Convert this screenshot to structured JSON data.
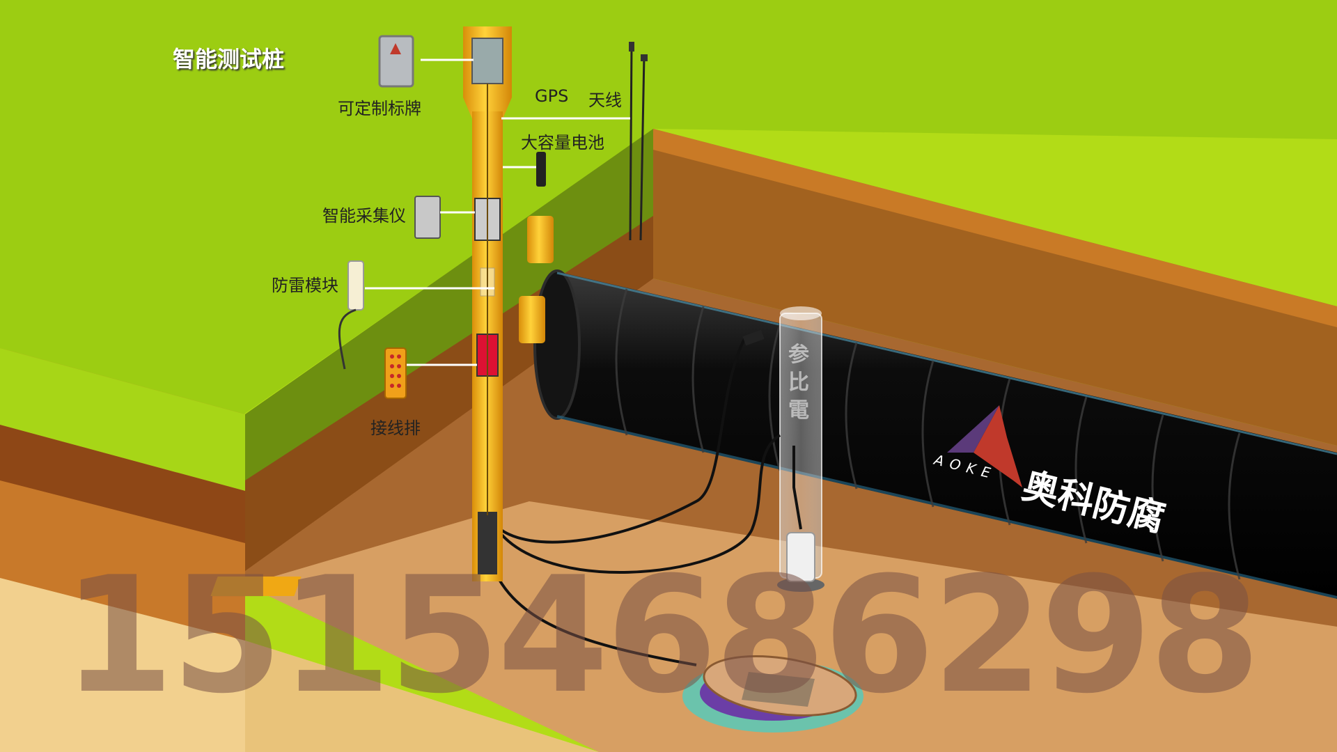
{
  "title": "智能测试桩",
  "labels": {
    "plate": "可定制标牌",
    "gps": "GPS",
    "antenna": "天线",
    "battery": "大容量电池",
    "collector": "智能采集仪",
    "lightning": "防雷模块",
    "terminal": "接线排"
  },
  "reference_electrode_text": "参比電",
  "brand": {
    "latin": "AOKE",
    "chinese": "奥科防腐"
  },
  "watermark": "15154686298",
  "colors": {
    "grass": "#b6e01a",
    "soil": "#c87a24",
    "pipe": "#111111",
    "post": "#f4b419",
    "watermark": "#785046"
  }
}
